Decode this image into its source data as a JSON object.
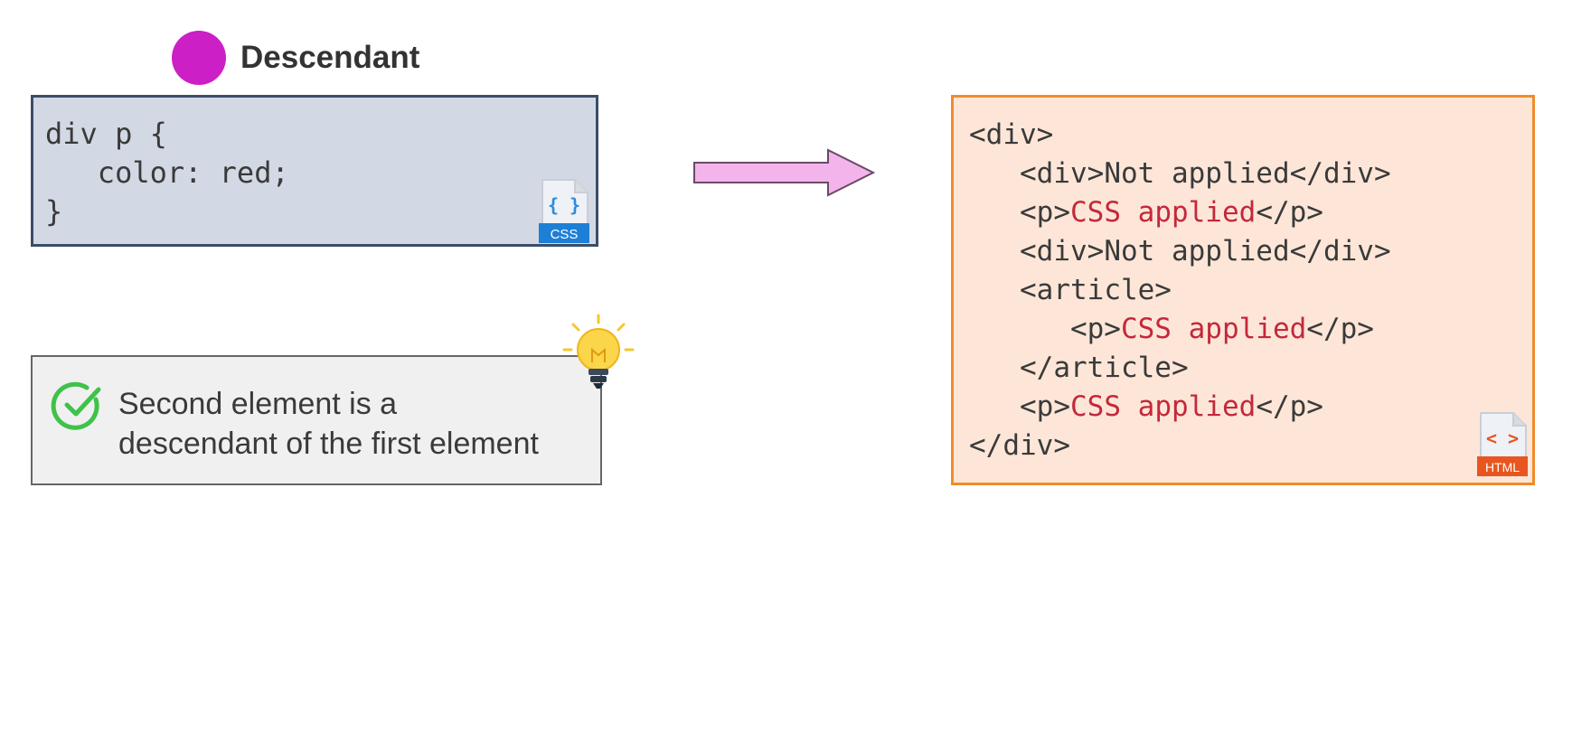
{
  "title": {
    "label": "Descendant",
    "dot_color": "#cc1fc6"
  },
  "css_code": {
    "lines": [
      "div p {",
      "   color: red;",
      "}"
    ],
    "badge_symbol": "{ }",
    "badge_label": "CSS"
  },
  "note": {
    "line1": "Second element is a",
    "line2": "descendant of the first element"
  },
  "html_code": {
    "l1": "<div>",
    "l2": {
      "pre": "<div>",
      "text": "Not applied",
      "post": "</div>"
    },
    "l3": {
      "pre": "<p>",
      "text": "CSS applied",
      "post": "</p>"
    },
    "l4": {
      "pre": "<div>",
      "text": "Not applied",
      "post": "</div>"
    },
    "l5": "<article>",
    "l6": {
      "pre": "<p>",
      "text": "CSS applied",
      "post": "</p>"
    },
    "l7": "</article>",
    "l8": {
      "pre": "<p>",
      "text": "CSS applied",
      "post": "</p>"
    },
    "l9": "</div>",
    "badge_symbol": "< >",
    "badge_label": "HTML"
  },
  "colors": {
    "css_box": "#d2d9e5",
    "html_box": "#fde6d8",
    "html_border": "#f08b2c",
    "applied_text": "#c4283a",
    "arrow": "#f2b4ea"
  },
  "icons": [
    "check-circle-icon",
    "lightbulb-icon",
    "arrow-right-icon",
    "css-file-icon",
    "html-file-icon"
  ]
}
